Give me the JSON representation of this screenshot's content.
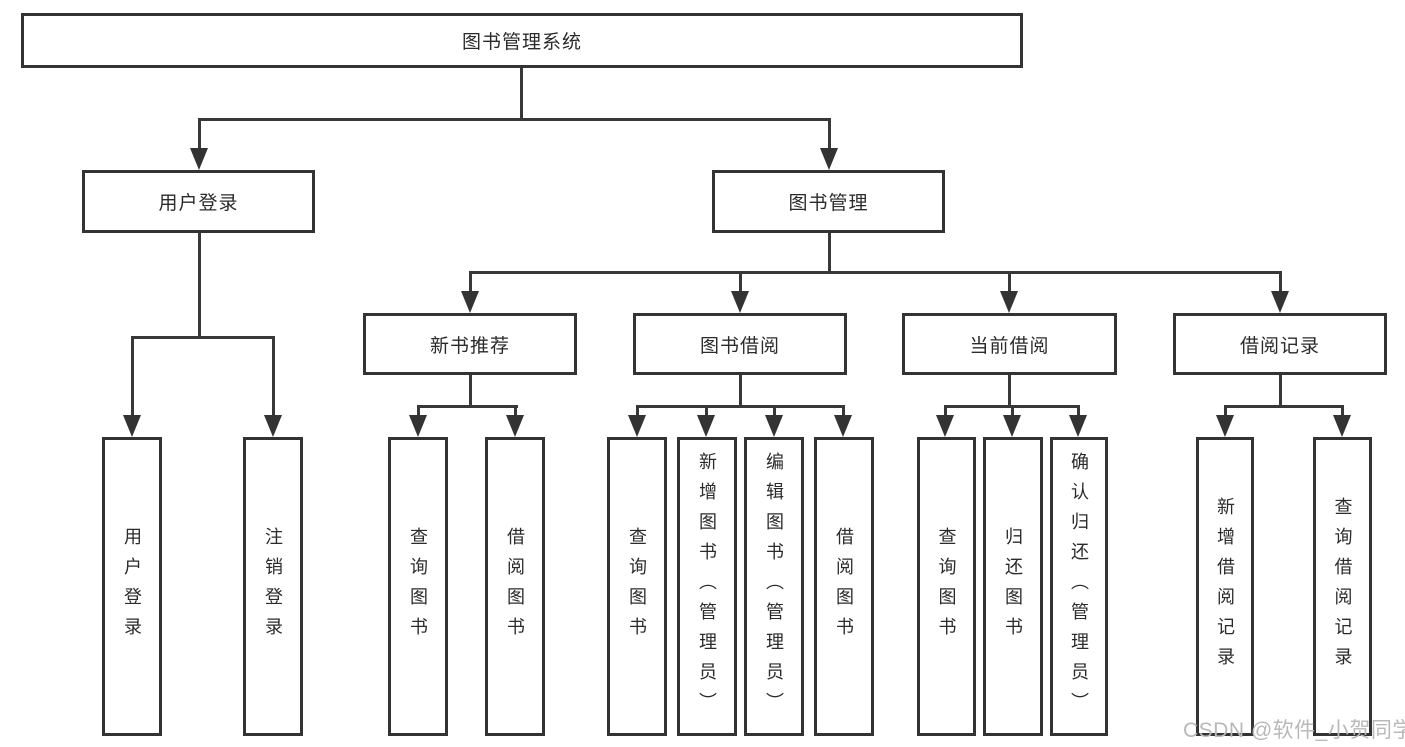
{
  "tree": {
    "root": {
      "label": "图书管理系统"
    },
    "branches": [
      {
        "label": "用户登录",
        "children": [
          {
            "label": "用户登录"
          },
          {
            "label": "注销登录"
          }
        ]
      },
      {
        "label": "图书管理",
        "groups": [
          {
            "label": "新书推荐",
            "children": [
              {
                "label": "查询图书"
              },
              {
                "label": "借阅图书"
              }
            ]
          },
          {
            "label": "图书借阅",
            "children": [
              {
                "label": "查询图书"
              },
              {
                "label": "新增图书（管理员）"
              },
              {
                "label": "编辑图书（管理员）"
              },
              {
                "label": "借阅图书"
              }
            ]
          },
          {
            "label": "当前借阅",
            "children": [
              {
                "label": "查询图书"
              },
              {
                "label": "归还图书"
              },
              {
                "label": "确认归还（管理员）"
              }
            ]
          },
          {
            "label": "借阅记录",
            "children": [
              {
                "label": "新增借阅记录"
              },
              {
                "label": "查询借阅记录"
              }
            ]
          }
        ]
      }
    ]
  },
  "watermark": {
    "text": "CSDN @软件_小贺同学"
  },
  "colors": {
    "line": "#383838",
    "border": "#333333",
    "text": "#2b2b2b",
    "watermark": "#b9b9b9",
    "background": "#ffffff"
  }
}
